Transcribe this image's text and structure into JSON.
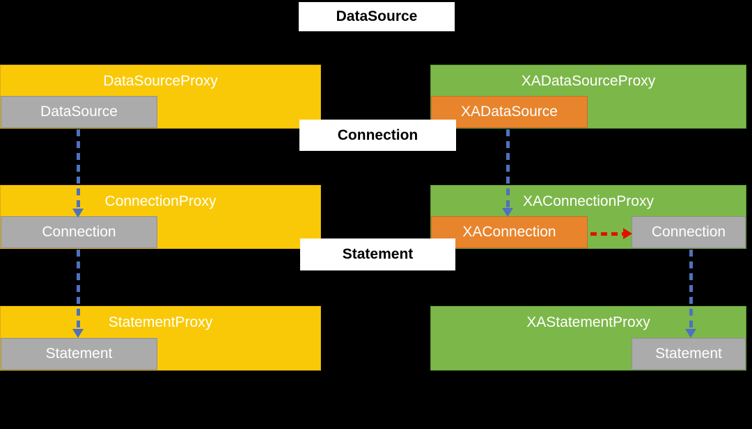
{
  "interface_labels": {
    "datasource": "DataSource",
    "connection": "Connection",
    "statement": "Statement"
  },
  "plain_stack": {
    "rows": [
      {
        "proxy": "DataSourceProxy",
        "wrapped": "DataSource"
      },
      {
        "proxy": "ConnectionProxy",
        "wrapped": "Connection"
      },
      {
        "proxy": "StatementProxy",
        "wrapped": "Statement"
      }
    ]
  },
  "xa_stack": {
    "rows": [
      {
        "proxy": "XADataSourceProxy",
        "wrapped": "XADataSource"
      },
      {
        "proxy": "XAConnectionProxy",
        "wrapped": "XAConnection",
        "derived": "Connection"
      },
      {
        "proxy": "XAStatementProxy",
        "derived": "Statement"
      }
    ]
  },
  "colors": {
    "background": "#000000",
    "proxy_plain": "#F9C908",
    "proxy_xa": "#7CB74A",
    "wrapped_plain": "#ABABAB",
    "wrapped_xa": "#E8842C",
    "arrow_create": "#4F71BE",
    "arrow_get": "#E01000",
    "label_bg": "#FFFFFF",
    "label_text": "#000000",
    "box_text": "#FFFFFF"
  }
}
